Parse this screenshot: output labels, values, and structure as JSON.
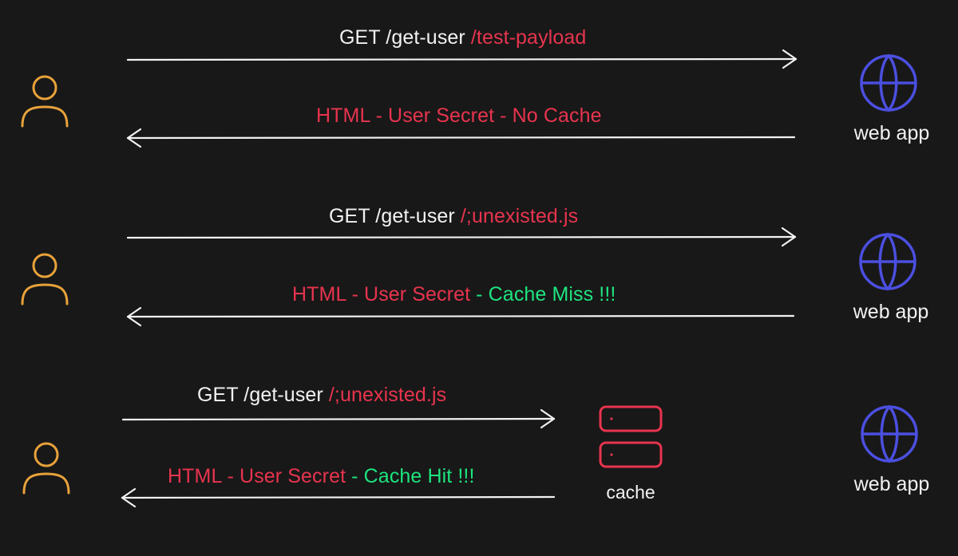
{
  "colors": {
    "background": "#181818",
    "text": "#f2f2f2",
    "secret_red": "#e8344e",
    "cache_green": "#1ee57f",
    "user_icon": "#e8a23a",
    "globe_icon": "#4b4fe0",
    "cache_icon": "#e8344e"
  },
  "rows": [
    {
      "request": {
        "method_path": "GET /get-user",
        "payload": "/test-payload"
      },
      "response": {
        "body": "HTML - User Secret - No Cache",
        "cache_status": ""
      },
      "user_icon": "user-icon",
      "server": {
        "icon": "globe-icon",
        "label": "web app"
      }
    },
    {
      "request": {
        "method_path": "GET /get-user",
        "payload": "/;unexisted.js"
      },
      "response": {
        "body": "HTML - User Secret",
        "cache_status": " - Cache Miss !!!"
      },
      "user_icon": "user-icon",
      "server": {
        "icon": "globe-icon",
        "label": "web app"
      }
    },
    {
      "request": {
        "method_path": "GET /get-user",
        "payload": "/;unexisted.js"
      },
      "response": {
        "body": "HTML - User Secret",
        "cache_status": " - Cache Hit !!!"
      },
      "user_icon": "user-icon",
      "cache": {
        "icon": "database-icon",
        "label": "cache"
      },
      "server": {
        "icon": "globe-icon",
        "label": "web app"
      }
    }
  ]
}
